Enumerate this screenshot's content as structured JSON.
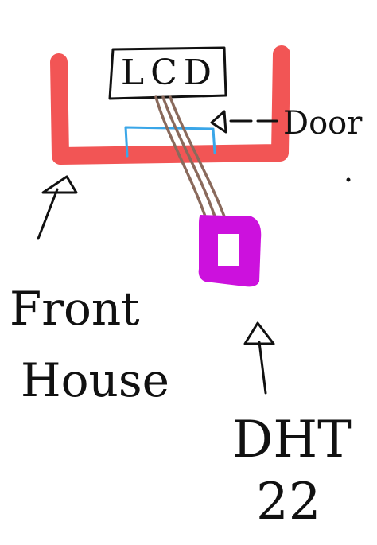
{
  "labels": {
    "lcd": "LCD",
    "door": "Door",
    "front_house": "Front House",
    "sensor": "DHT 22"
  },
  "colors": {
    "background": "#ffffff",
    "ink": "#111111",
    "house_wall": "#f25555",
    "door_marker": "#3aa6e8",
    "wires": "#8a6a5c",
    "sensor": "#cc11dd"
  }
}
